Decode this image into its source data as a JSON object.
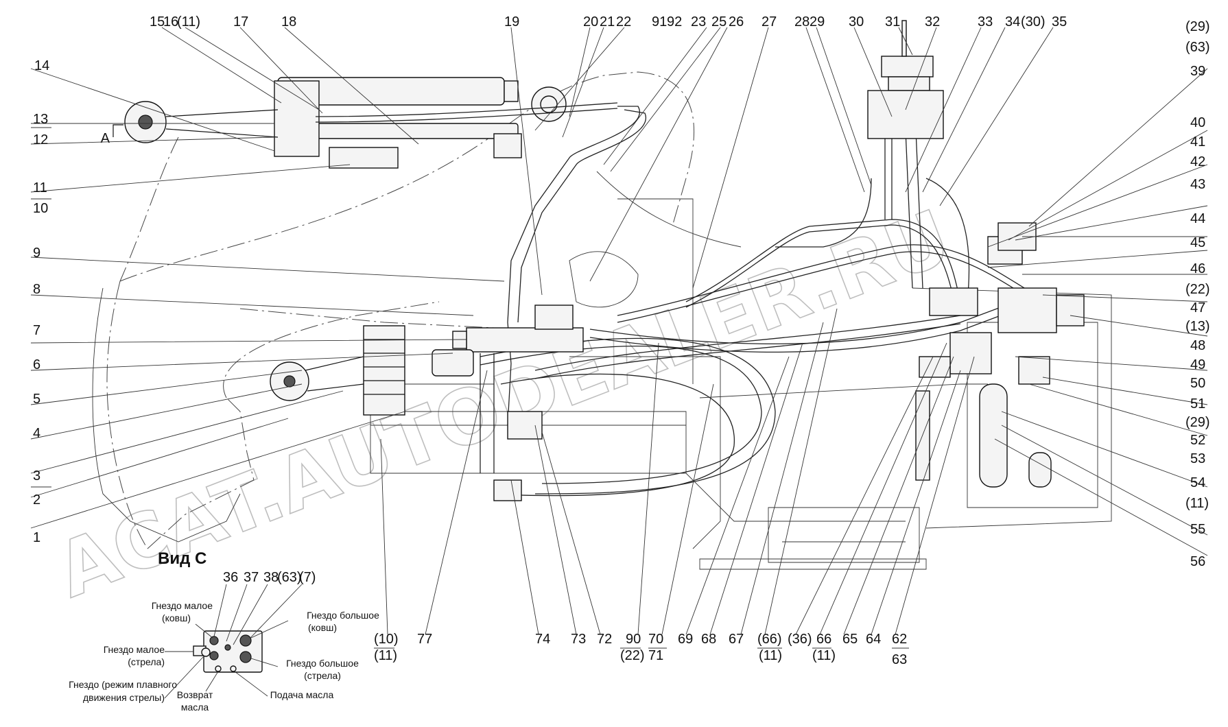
{
  "view_title": "Вид С",
  "view_marker": "A",
  "watermarks": [
    "ACAT.AUTODEALER.RU"
  ],
  "top_callouts": [
    "15",
    "16",
    "(11)",
    "17",
    "18",
    "19",
    "20",
    "21",
    "22",
    "91",
    "92",
    "23",
    "25",
    "26",
    "27",
    "28",
    "29",
    "30",
    "31",
    "32",
    "33",
    "34",
    "(30)",
    "35"
  ],
  "left_callouts": [
    "14",
    "13",
    "12",
    "11",
    "10",
    "9",
    "8",
    "7",
    "6",
    "5",
    "4",
    "3",
    "2",
    "1"
  ],
  "right_callouts": [
    "(29)",
    "(63)",
    "39",
    "40",
    "41",
    "42",
    "43",
    "44",
    "45",
    "46",
    "(22)",
    "47",
    "(13)",
    "48",
    "49",
    "50",
    "51",
    "(29)",
    "52",
    "53",
    "54",
    "(11)",
    "55",
    "56"
  ],
  "bottom_callouts": [
    "(10)",
    "(11)",
    "77",
    "74",
    "73",
    "72",
    "90",
    "(22)",
    "70",
    "71",
    "69",
    "68",
    "67",
    "(66)",
    "(11)",
    "(36)",
    "66",
    "(11)",
    "65",
    "64",
    "62",
    "63"
  ],
  "inset_callouts": [
    "36",
    "37",
    "38",
    "(63)",
    "(7)"
  ],
  "inset_captions": {
    "small_socket_bucket": [
      "Гнездо малое",
      "(ковш)"
    ],
    "large_socket_bucket": [
      "Гнездо большое",
      "(ковш)"
    ],
    "small_socket_boom": [
      "Гнездо малое",
      "(стрела)"
    ],
    "large_socket_boom": [
      "Гнездо большое",
      "(стрела)"
    ],
    "float_socket": [
      "Гнездо (режим плавного",
      "движения стрелы)"
    ],
    "oil_return": [
      "Возврат",
      "масла"
    ],
    "oil_supply": "Подача масла"
  }
}
